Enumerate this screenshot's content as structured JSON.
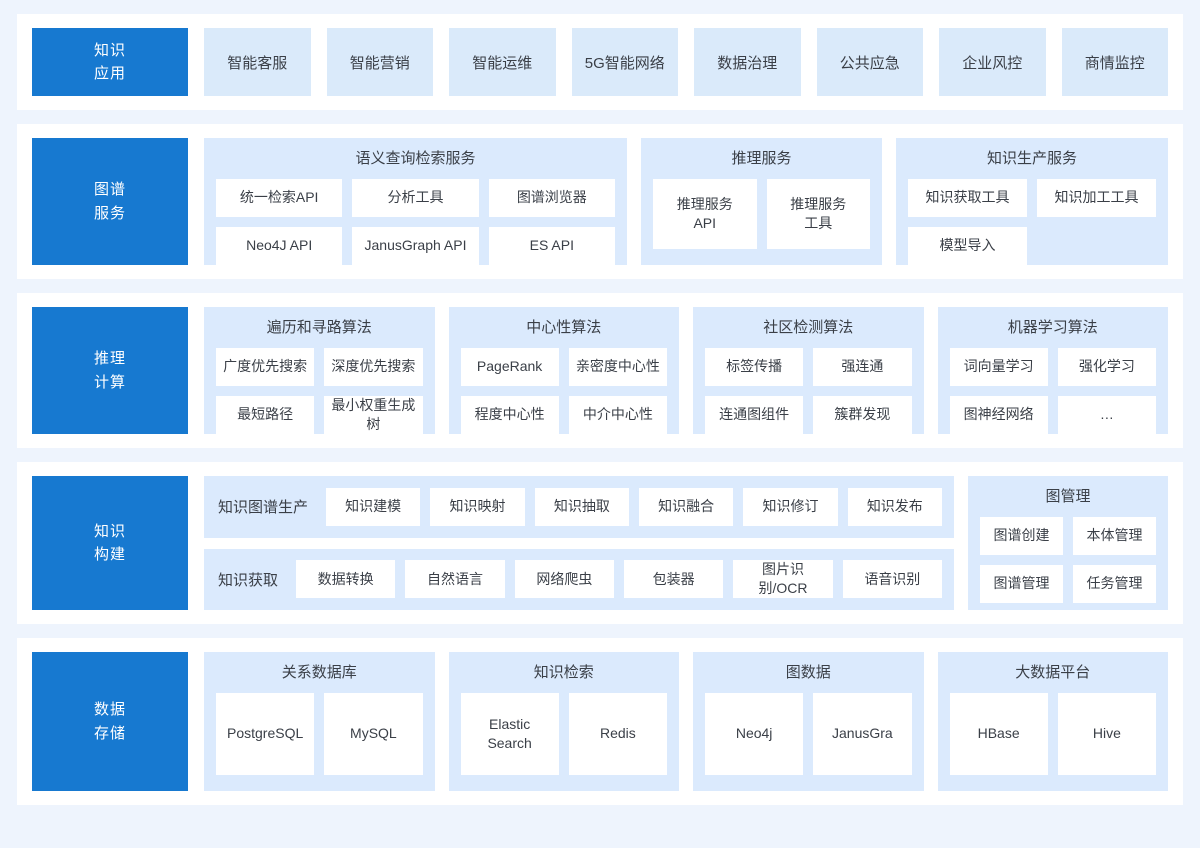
{
  "colors": {
    "accent": "#1779d0",
    "page_bg": "#eef4fd",
    "panel_bg": "#ffffff",
    "group_bg": "#dbeafd",
    "chip_bg": "#daeafa",
    "cell_bg": "#ffffff",
    "text": "#3a3f47"
  },
  "rows": [
    {
      "label": [
        "知识",
        "应用"
      ],
      "chips": [
        "智能客服",
        "智能营销",
        "智能运维",
        "5G智能网络",
        "数据治理",
        "公共应急",
        "企业风控",
        "商情监控"
      ]
    },
    {
      "label": [
        "图谱",
        "服务"
      ],
      "groups": [
        {
          "title": "语义查询检索服务",
          "cells": [
            "统一检索API",
            "分析工具",
            "图谱浏览器",
            "Neo4J API",
            "JanusGraph API",
            "ES API"
          ]
        },
        {
          "title": "推理服务",
          "cells": [
            "推理服务\nAPI",
            "推理服务\n工具"
          ]
        },
        {
          "title": "知识生产服务",
          "cells": [
            "知识获取工具",
            "知识加工工具",
            "模型导入"
          ]
        }
      ]
    },
    {
      "label": [
        "推理",
        "计算"
      ],
      "groups": [
        {
          "title": "遍历和寻路算法",
          "cells": [
            "广度优先搜索",
            "深度优先搜索",
            "最短路径",
            "最小权重生成树"
          ]
        },
        {
          "title": "中心性算法",
          "cells": [
            "PageRank",
            "亲密度中心性",
            "程度中心性",
            "中介中心性"
          ]
        },
        {
          "title": "社区检测算法",
          "cells": [
            "标签传播",
            "强连通",
            "连通图组件",
            "簇群发现"
          ]
        },
        {
          "title": "机器学习算法",
          "cells": [
            "词向量学习",
            "强化学习",
            "图神经网络",
            "…"
          ]
        }
      ]
    },
    {
      "label": [
        "知识",
        "构建"
      ],
      "bands": [
        {
          "label": "知识图谱生产",
          "cells": [
            "知识建模",
            "知识映射",
            "知识抽取",
            "知识融合",
            "知识修订",
            "知识发布"
          ]
        },
        {
          "label": "知识获取",
          "cells": [
            "数据转换",
            "自然语言",
            "网络爬虫",
            "包装器",
            "图片识别/OCR",
            "语音识别"
          ]
        }
      ],
      "side_group": {
        "title": "图管理",
        "cells": [
          "图谱创建",
          "本体管理",
          "图谱管理",
          "任务管理"
        ]
      }
    },
    {
      "label": [
        "数据",
        "存储"
      ],
      "groups": [
        {
          "title": "关系数据库",
          "cells": [
            "PostgreSQL",
            "MySQL"
          ]
        },
        {
          "title": "知识检索",
          "cells": [
            "Elastic\nSearch",
            "Redis"
          ]
        },
        {
          "title": "图数据",
          "cells": [
            "Neo4j",
            "JanusGra"
          ]
        },
        {
          "title": "大数据平台",
          "cells": [
            "HBase",
            "Hive"
          ]
        }
      ]
    }
  ]
}
